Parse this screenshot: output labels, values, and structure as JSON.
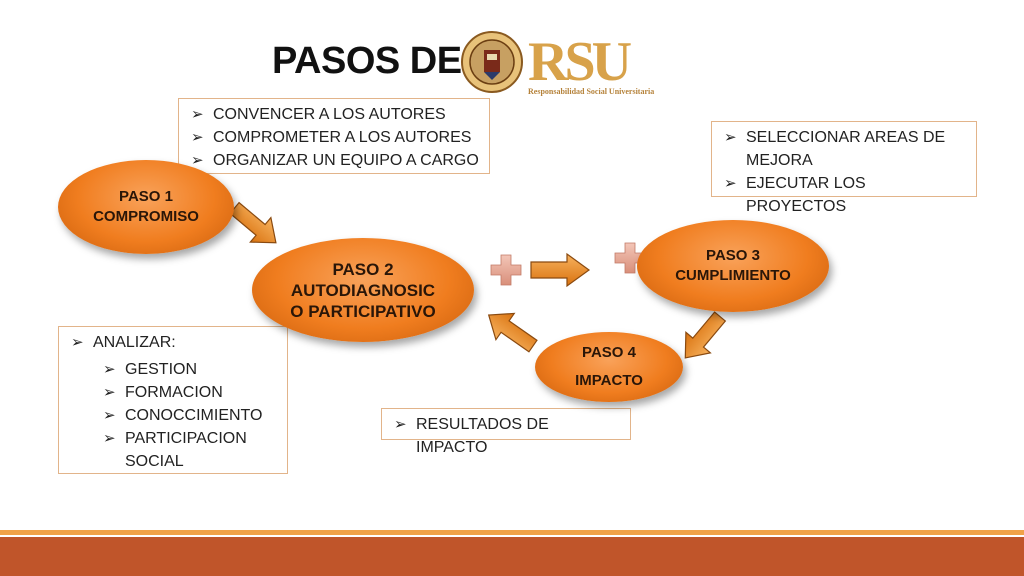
{
  "title": "PASOS DE",
  "logo": {
    "text": "RSU",
    "subtitle": "Responsabilidad Social Universitaria"
  },
  "boxes": {
    "top": [
      "CONVENCER A LOS AUTORES",
      "COMPROMETER A LOS AUTORES",
      "ORGANIZAR UN EQUIPO A CARGO"
    ],
    "right": [
      "SELECCIONAR AREAS DE MEJORA",
      "EJECUTAR LOS PROYECTOS"
    ],
    "left": {
      "heading": "ANALIZAR:",
      "items": [
        "GESTION",
        "FORMACION",
        "CONOCCIMIENTO",
        "PARTICIPACION SOCIAL"
      ]
    },
    "bottom": [
      "RESULTADOS DE IMPACTO"
    ]
  },
  "steps": {
    "paso1": {
      "line1": "PASO 1",
      "line2": "COMPROMISO"
    },
    "paso2": {
      "line1": "PASO 2",
      "line2": "AUTODIAGNOSIC",
      "line3": "O PARTICIPATIVO"
    },
    "paso3": {
      "line1": "PASO 3",
      "line2": "CUMPLIMIENTO"
    },
    "paso4": {
      "line1": "PASO 4",
      "line2": "IMPACTO"
    }
  },
  "colors": {
    "ellipse": "#f07d1f",
    "arrow": "#e67e22",
    "footer": "#c0552a",
    "footer_line": "#f0a248",
    "logo_gold": "#d8a24a"
  },
  "icons": {
    "bullet": "➢"
  }
}
